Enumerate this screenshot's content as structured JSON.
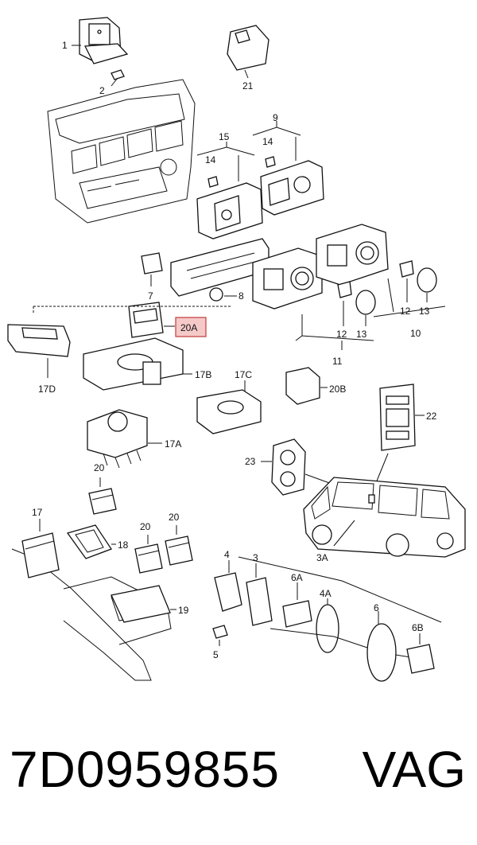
{
  "diagram": {
    "callouts": {
      "c1": "1",
      "c2": "2",
      "c21": "21",
      "c15": "15",
      "c9": "9",
      "c14a": "14",
      "c14b": "14",
      "c7": "7",
      "c8": "8",
      "c20A": "20A",
      "c17D": "17D",
      "c17B": "17B",
      "c17C": "17C",
      "c17A": "17A",
      "c20B": "20B",
      "c22": "22",
      "c23": "23",
      "c11": "11",
      "c12a": "12",
      "c13a": "13",
      "c12b": "12",
      "c13b": "13",
      "c10": "10",
      "c3A": "3A",
      "c20a": "20",
      "c17": "17",
      "c18": "18",
      "c20b": "20",
      "c20c": "20",
      "c19": "19",
      "c4": "4",
      "c3": "3",
      "c6A": "6A",
      "c4A": "4A",
      "c6": "6",
      "c6B": "6B",
      "c5": "5"
    },
    "highlight_color": "#f6c9c9"
  },
  "footer": {
    "part_number": "7D0959855",
    "brand": "VAG"
  }
}
